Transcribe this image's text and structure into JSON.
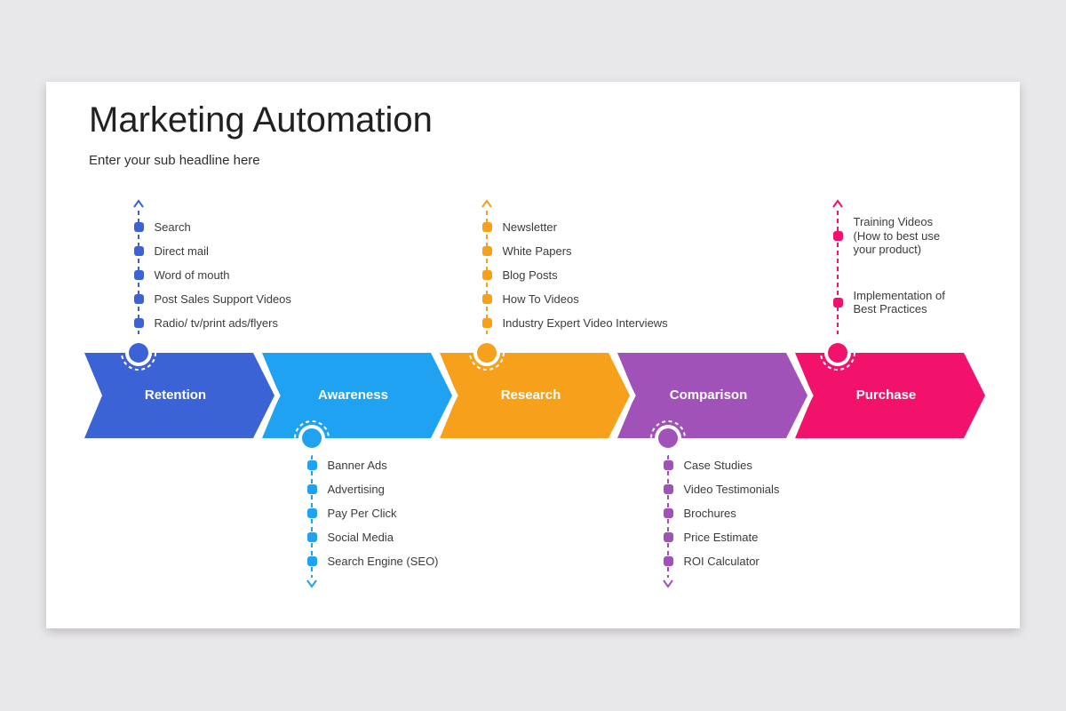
{
  "header": {
    "title": "Marketing Automation",
    "subtitle": "Enter your sub headline here"
  },
  "stages": [
    {
      "label": "Retention",
      "color": "#3C63D6",
      "connector": "top",
      "items": [
        "Search",
        "Direct mail",
        "Word of mouth",
        "Post Sales Support Videos",
        "Radio/ tv/print ads/flyers"
      ]
    },
    {
      "label": "Awareness",
      "color": "#1EA2F1",
      "connector": "bottom",
      "items": [
        "Banner Ads",
        "Advertising",
        "Pay Per Click",
        "Social Media",
        "Search Engine (SEO)"
      ]
    },
    {
      "label": "Research",
      "color": "#F6A01B",
      "connector": "top",
      "items": [
        "Newsletter",
        "White Papers",
        "Blog Posts",
        "How To Videos",
        "Industry Expert Video Interviews"
      ]
    },
    {
      "label": "Comparison",
      "color": "#A052B8",
      "connector": "bottom",
      "items": [
        "Case Studies",
        "Video Testimonials",
        "Brochures",
        "Price Estimate",
        "ROI Calculator"
      ]
    },
    {
      "label": "Purchase",
      "color": "#F2116B",
      "connector": "top",
      "items": [
        "Training Videos\n(How to best use\nyour product)",
        "Implementation of\nBest Practices"
      ]
    }
  ],
  "colors": {
    "page_background": "#E8E7E9",
    "slide_background": "#FFFFFF",
    "title_text": "#212121",
    "item_text": "#3B3B3B"
  }
}
